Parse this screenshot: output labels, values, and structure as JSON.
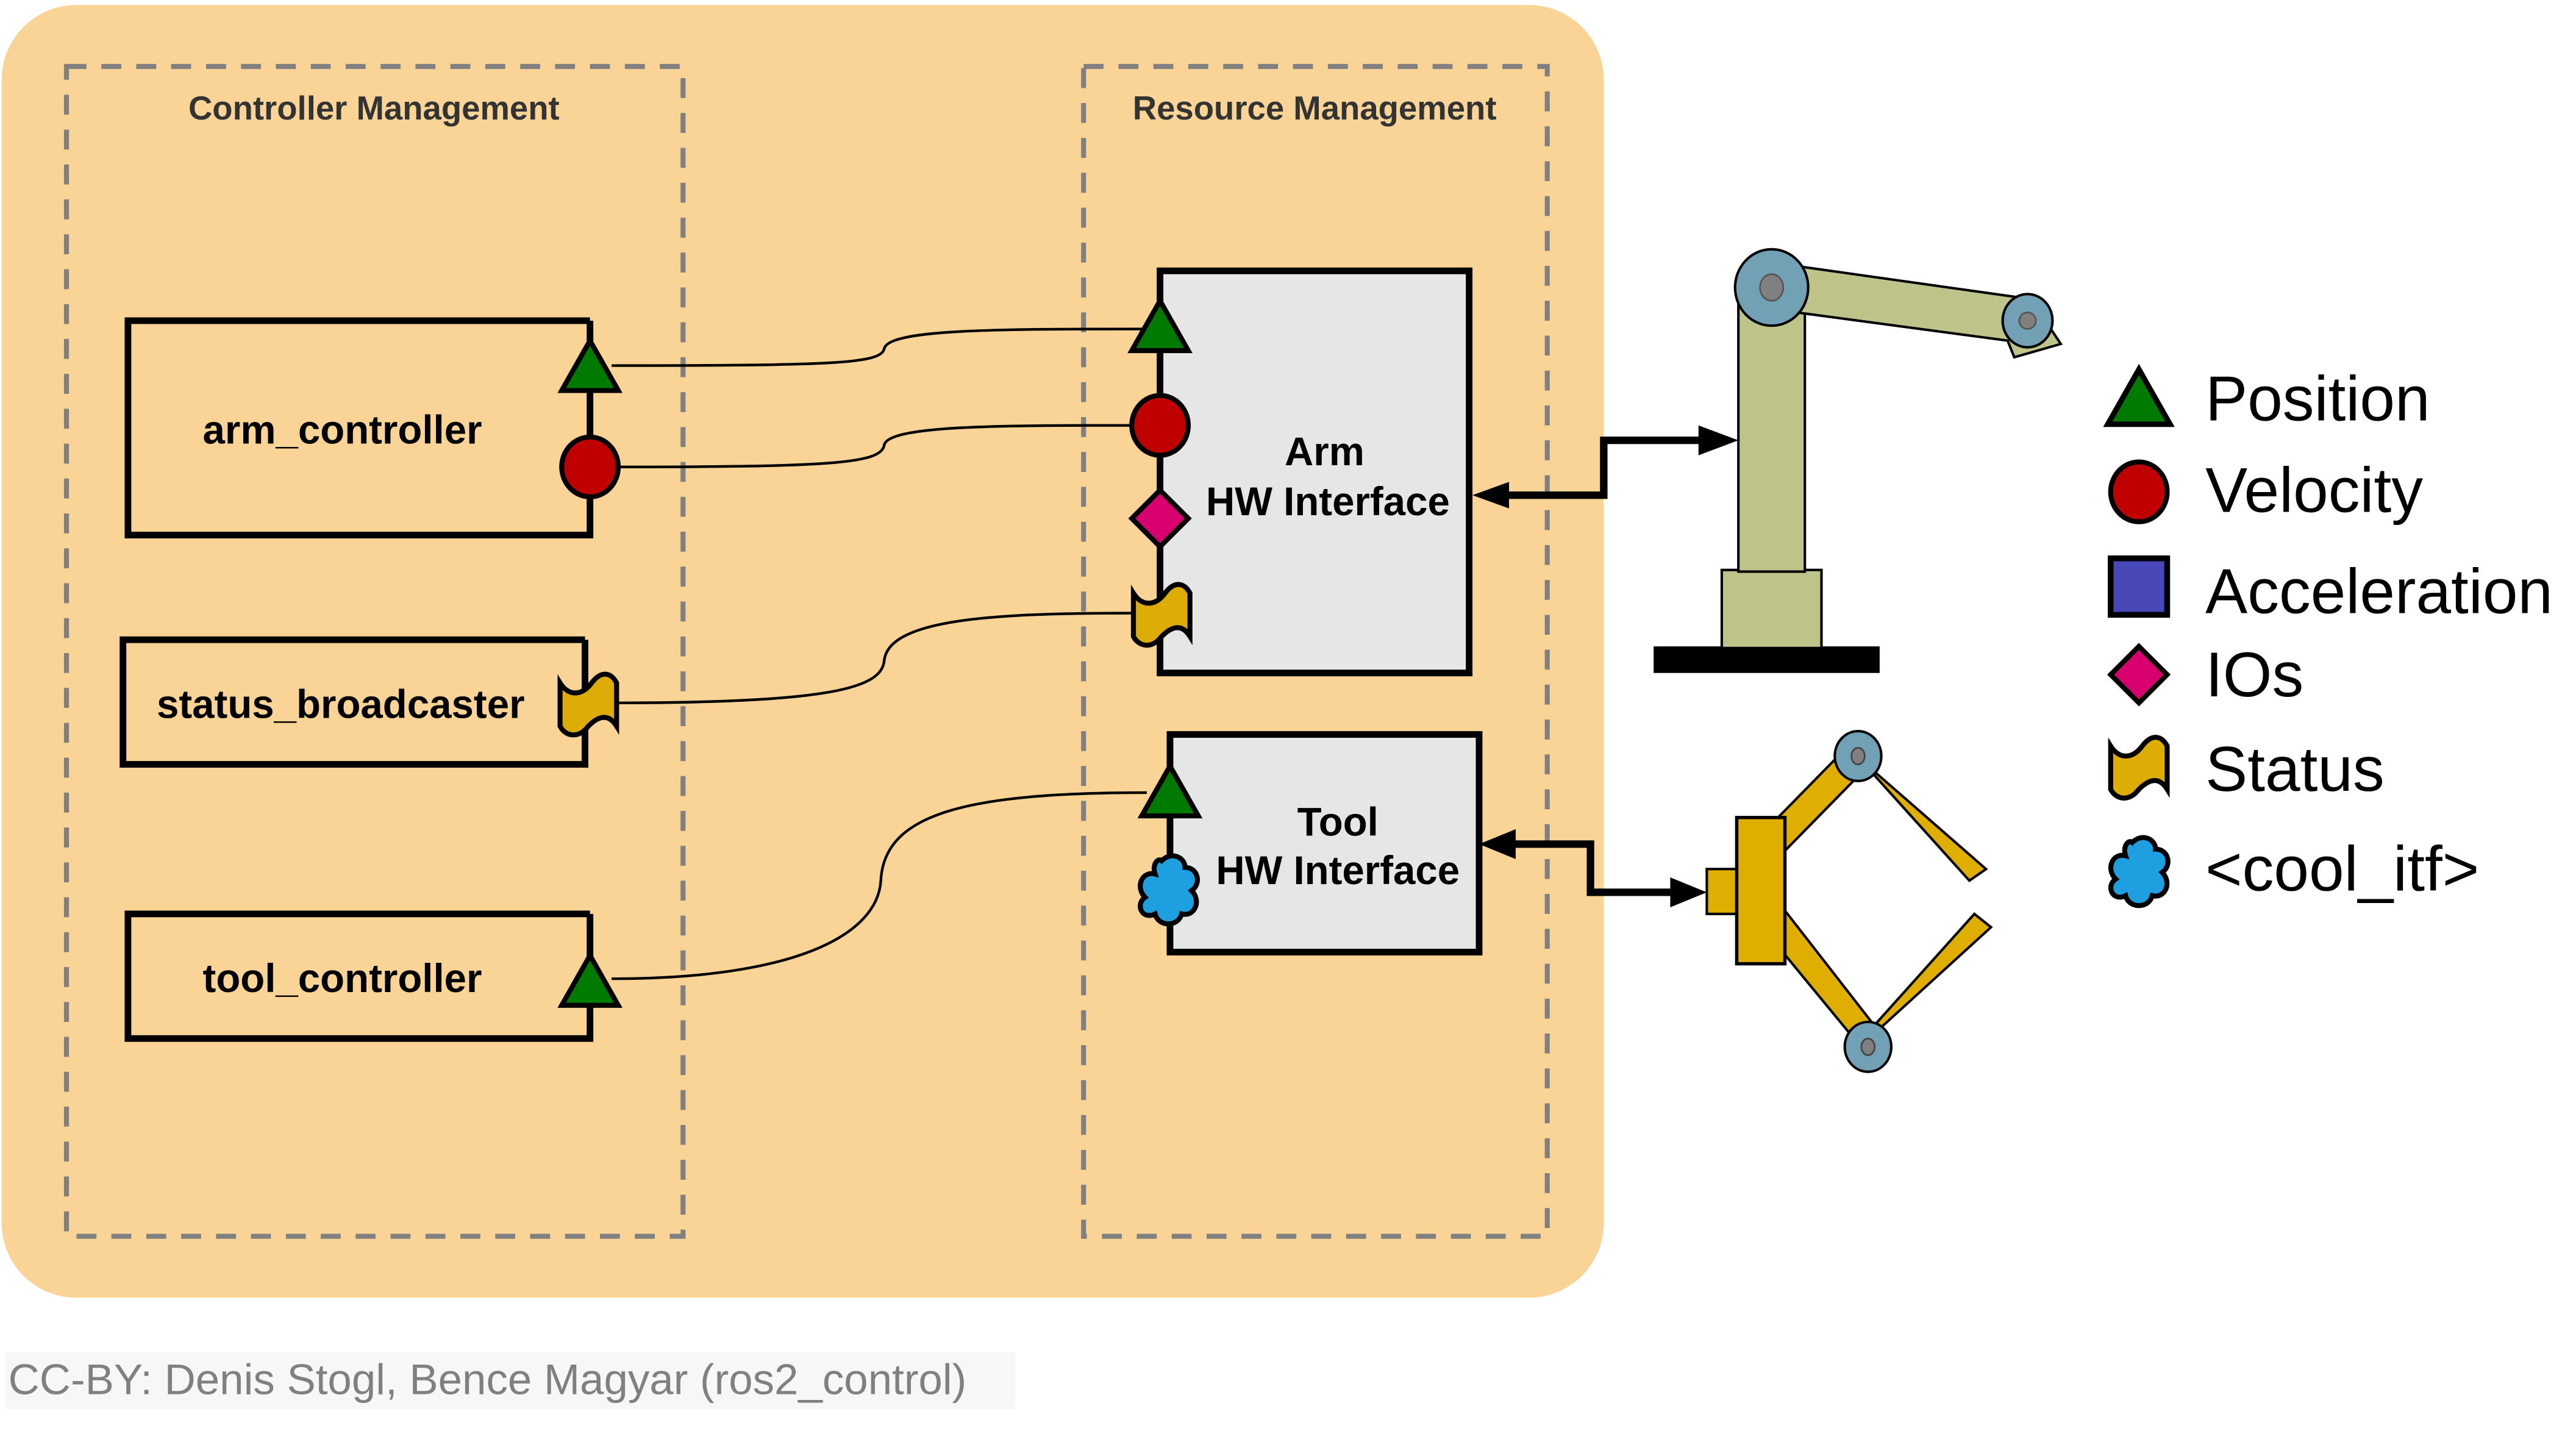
{
  "groups": {
    "controller_management": "Controller Management",
    "resource_management": "Resource Management"
  },
  "controllers": [
    {
      "name": "arm_controller",
      "interfaces": [
        "position",
        "velocity"
      ]
    },
    {
      "name": "status_broadcaster",
      "interfaces": [
        "status"
      ]
    },
    {
      "name": "tool_controller",
      "interfaces": [
        "position"
      ]
    }
  ],
  "hardware_interfaces": [
    {
      "line1": "Arm",
      "line2": "HW Interface",
      "interfaces": [
        "position",
        "velocity",
        "ios",
        "status"
      ],
      "device": "robot-arm"
    },
    {
      "line1": "Tool",
      "line2": "HW Interface",
      "interfaces": [
        "position",
        "cool_itf"
      ],
      "device": "gripper"
    }
  ],
  "legend": [
    {
      "shape": "triangle",
      "label": "Position",
      "color": "#007a00"
    },
    {
      "shape": "circle",
      "label": "Velocity",
      "color": "#c00000"
    },
    {
      "shape": "square",
      "label": "Acceleration",
      "color": "#4848b8"
    },
    {
      "shape": "diamond",
      "label": "IOs",
      "color": "#d8006e"
    },
    {
      "shape": "wave",
      "label": "Status",
      "color": "#ddac06"
    },
    {
      "shape": "cloud",
      "label": "<cool_itf>",
      "color": "#1ea0e0"
    }
  ],
  "colors": {
    "panel": "#fad396",
    "hw_box": "#e6e6e6",
    "arm_body": "#bec489",
    "joint": "#72a0b4",
    "joint_center": "#808080",
    "gripper": "#e0ae00",
    "dashed": "#808080"
  },
  "footer": "CC-BY: Denis Stogl, Bence Magyar (ros2_control)"
}
